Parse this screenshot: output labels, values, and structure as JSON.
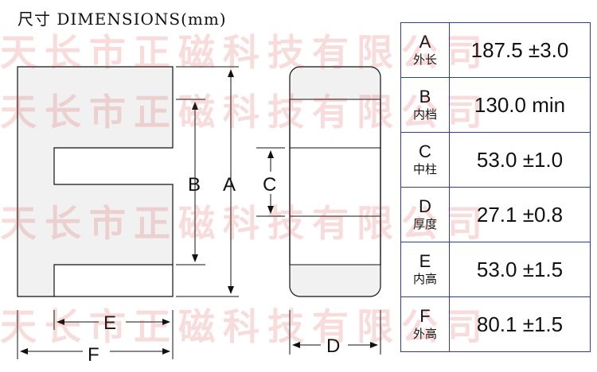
{
  "title": "尺寸 DIMENSIONS(mm)",
  "watermark": "天长市正磁科技有限公司",
  "drawing": {
    "labels": {
      "A": "A",
      "B": "B",
      "C": "C",
      "D": "D",
      "E": "E",
      "F": "F"
    }
  },
  "spec_table": [
    {
      "letter": "A",
      "name": "外长",
      "value": "187.5 ±3.0"
    },
    {
      "letter": "B",
      "name": "内档",
      "value": "130.0 min"
    },
    {
      "letter": "C",
      "name": "中柱",
      "value": "53.0 ±1.0"
    },
    {
      "letter": "D",
      "name": "厚度",
      "value": "27.1 ±0.8"
    },
    {
      "letter": "E",
      "name": "内高",
      "value": "53.0 ±1.5"
    },
    {
      "letter": "F",
      "name": "外高",
      "value": "80.1 ±1.5"
    }
  ],
  "colors": {
    "table_border": "#2a3f8f",
    "watermark": "#d73232",
    "core_fill": "#f1f1f1"
  }
}
